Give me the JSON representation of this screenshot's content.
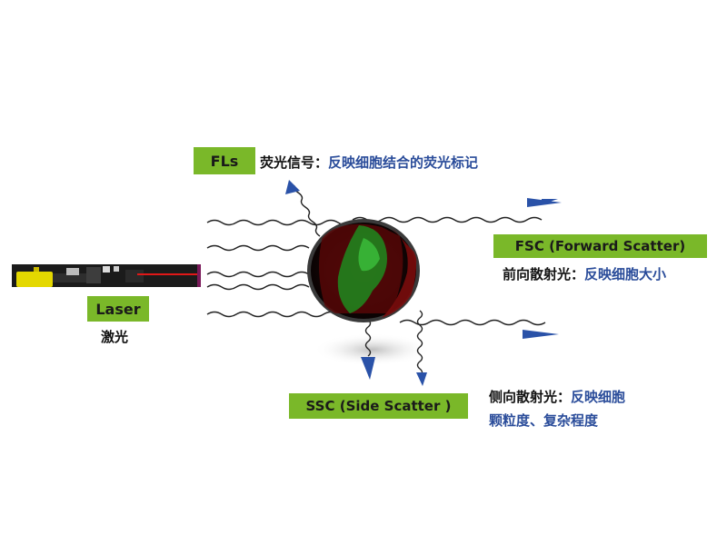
{
  "laser": {
    "tag": "Laser",
    "caption": "激光"
  },
  "fls": {
    "tag": "FLs",
    "key": "荧光信号：",
    "value": "反映细胞结合的荧光标记"
  },
  "fsc": {
    "tag": "FSC (Forward Scatter)",
    "key": "前向散射光：",
    "value": "反映细胞大小"
  },
  "ssc": {
    "tag": "SSC (Side Scatter )",
    "key": "侧向散射光：",
    "value_line1": "反映细胞",
    "value_line2": "颗粒度、复杂程度"
  },
  "colors": {
    "tag_green": "#7ab829",
    "arrow_blue": "#2a52a8",
    "value_blue": "#2a4c9a",
    "cell_red": "#8a1010",
    "cell_green": "#2aa02a"
  }
}
